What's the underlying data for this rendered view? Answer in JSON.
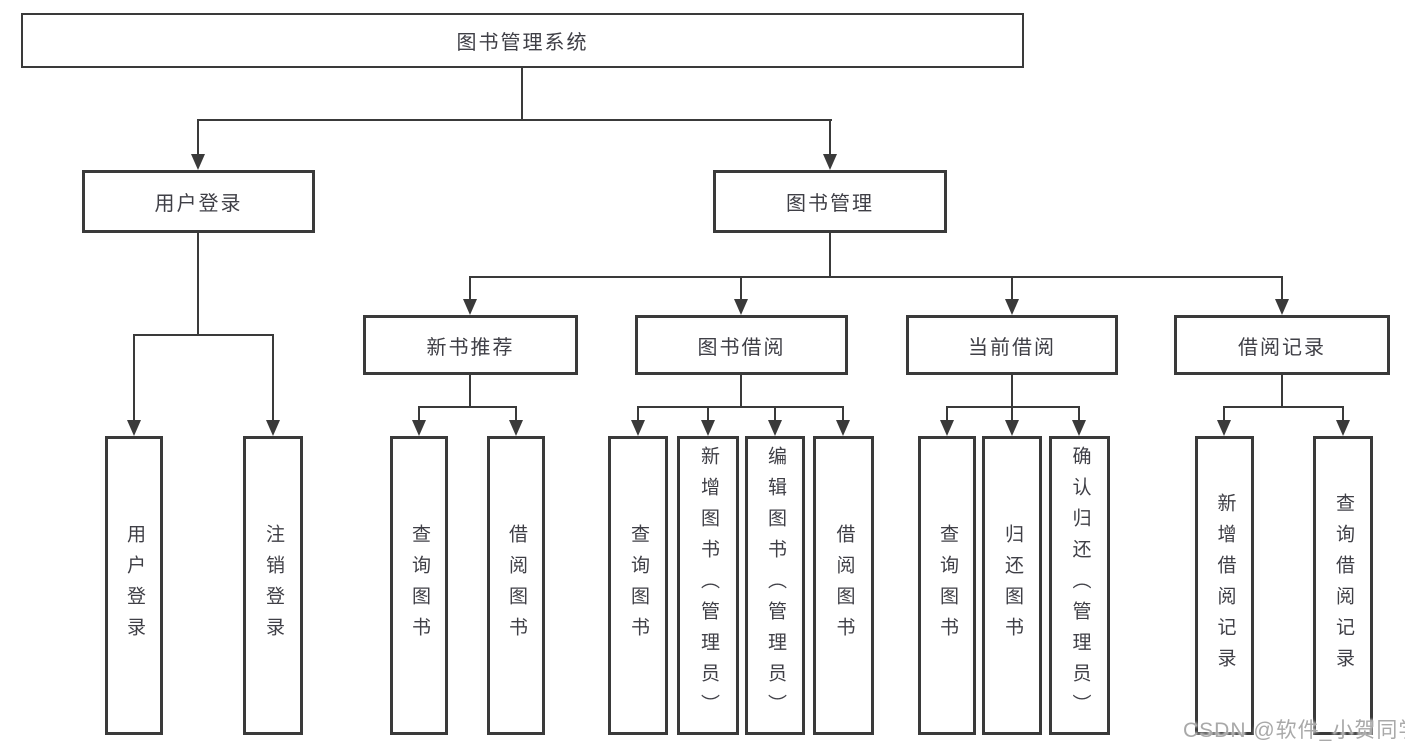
{
  "diagram": {
    "root": {
      "label": "图书管理系统"
    },
    "level2": [
      {
        "label": "用户登录"
      },
      {
        "label": "图书管理"
      }
    ],
    "level3": [
      {
        "label": "新书推荐"
      },
      {
        "label": "图书借阅"
      },
      {
        "label": "当前借阅"
      },
      {
        "label": "借阅记录"
      }
    ],
    "leaves": {
      "user_login": [
        "用户登录",
        "注销登录"
      ],
      "new_books": [
        "查询图书",
        "借阅图书"
      ],
      "book_borrow": [
        "查询图书",
        "新增图书（管理员）",
        "编辑图书（管理员）",
        "借阅图书"
      ],
      "current_borrow": [
        "查询图书",
        "归还图书",
        "确认归还（管理员）"
      ],
      "borrow_records": [
        "新增借阅记录",
        "查询借阅记录"
      ]
    },
    "colors": {
      "line": "#3a3a3a",
      "text": "#3f3f46",
      "watermark": "#a9a9a9",
      "background": "#ffffff"
    }
  },
  "watermark": {
    "text": "CSDN @软件_小贺同学"
  }
}
